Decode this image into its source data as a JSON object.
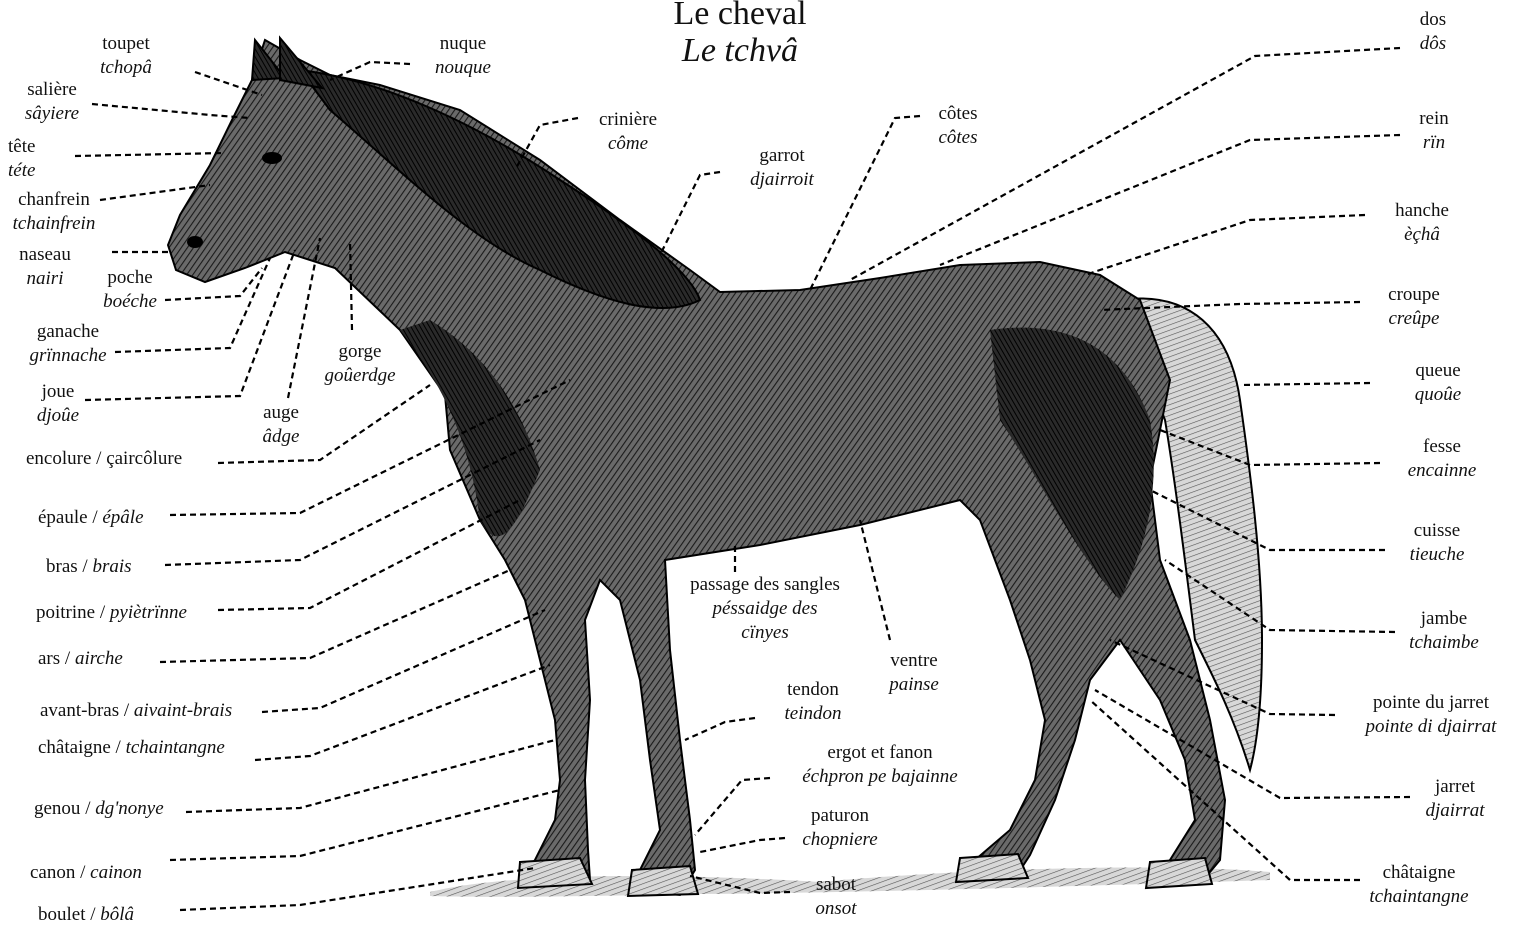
{
  "title": {
    "french": "Le cheval",
    "local": "Le tchvâ"
  },
  "labels": {
    "toupet": {
      "french": "toupet",
      "local": "tchopâ"
    },
    "nuque": {
      "french": "nuque",
      "local": "nouque"
    },
    "saliere": {
      "french": "salière",
      "local": "sâyiere"
    },
    "tete": {
      "french": "tête",
      "local": "téte"
    },
    "chanfrein": {
      "french": "chanfrein",
      "local": "tchainfrein"
    },
    "naseau": {
      "french": "naseau",
      "local": "nairi"
    },
    "poche": {
      "french": "poche",
      "local": "boéche"
    },
    "ganache": {
      "french": "ganache",
      "local": "grïnnache"
    },
    "joue": {
      "french": "joue",
      "local": "djoûe"
    },
    "gorge": {
      "french": "gorge",
      "local": "goûerdge"
    },
    "auge": {
      "french": "auge",
      "local": "âdge"
    },
    "encolure": {
      "french": "encolure",
      "local": "çaircôlure"
    },
    "epaule": {
      "french": "épaule",
      "local": "épâle"
    },
    "bras": {
      "french": "bras",
      "local": "brais"
    },
    "poitrine": {
      "french": "poitrine",
      "local": "pyiètrïnne"
    },
    "ars": {
      "french": "ars",
      "local": "airche"
    },
    "avant_bras": {
      "french": "avant-bras",
      "local": "aivaint-brais"
    },
    "chataigne_front": {
      "french": "châtaigne",
      "local": "tchaintangne"
    },
    "genou": {
      "french": "genou",
      "local": "dg'nonye"
    },
    "canon": {
      "french": "canon",
      "local": "cainon"
    },
    "boulet": {
      "french": "boulet",
      "local": "bôlâ"
    },
    "criniere": {
      "french": "crinière",
      "local": "côme"
    },
    "garrot": {
      "french": "garrot",
      "local": "djairroit"
    },
    "cotes": {
      "french": "côtes",
      "local": "côtes"
    },
    "sangles": {
      "french": "passage des sangles",
      "local": "péssaidge des",
      "local2": "cïnyes"
    },
    "ventre": {
      "french": "ventre",
      "local": "painse"
    },
    "tendon": {
      "french": "tendon",
      "local": "teindon"
    },
    "ergot": {
      "french": "ergot et fanon",
      "local": "échpron pe bajainne"
    },
    "paturon": {
      "french": "paturon",
      "local": "chopniere"
    },
    "sabot": {
      "french": "sabot",
      "local": "onsot"
    },
    "dos": {
      "french": "dos",
      "local": "dôs"
    },
    "rein": {
      "french": "rein",
      "local": "rïn"
    },
    "hanche": {
      "french": "hanche",
      "local": "èçhâ"
    },
    "croupe": {
      "french": "croupe",
      "local": "creûpe"
    },
    "queue": {
      "french": "queue",
      "local": "quoûe"
    },
    "fesse": {
      "french": "fesse",
      "local": "encainne"
    },
    "cuisse": {
      "french": "cuisse",
      "local": "tieuche"
    },
    "jambe": {
      "french": "jambe",
      "local": "tchaimbe"
    },
    "pointe_jarret": {
      "french": "pointe du jarret",
      "local": "pointe di djairrat"
    },
    "jarret": {
      "french": "jarret",
      "local": "djairrat"
    },
    "chataigne_hind": {
      "french": "châtaigne",
      "local": "tchaintangne"
    }
  }
}
